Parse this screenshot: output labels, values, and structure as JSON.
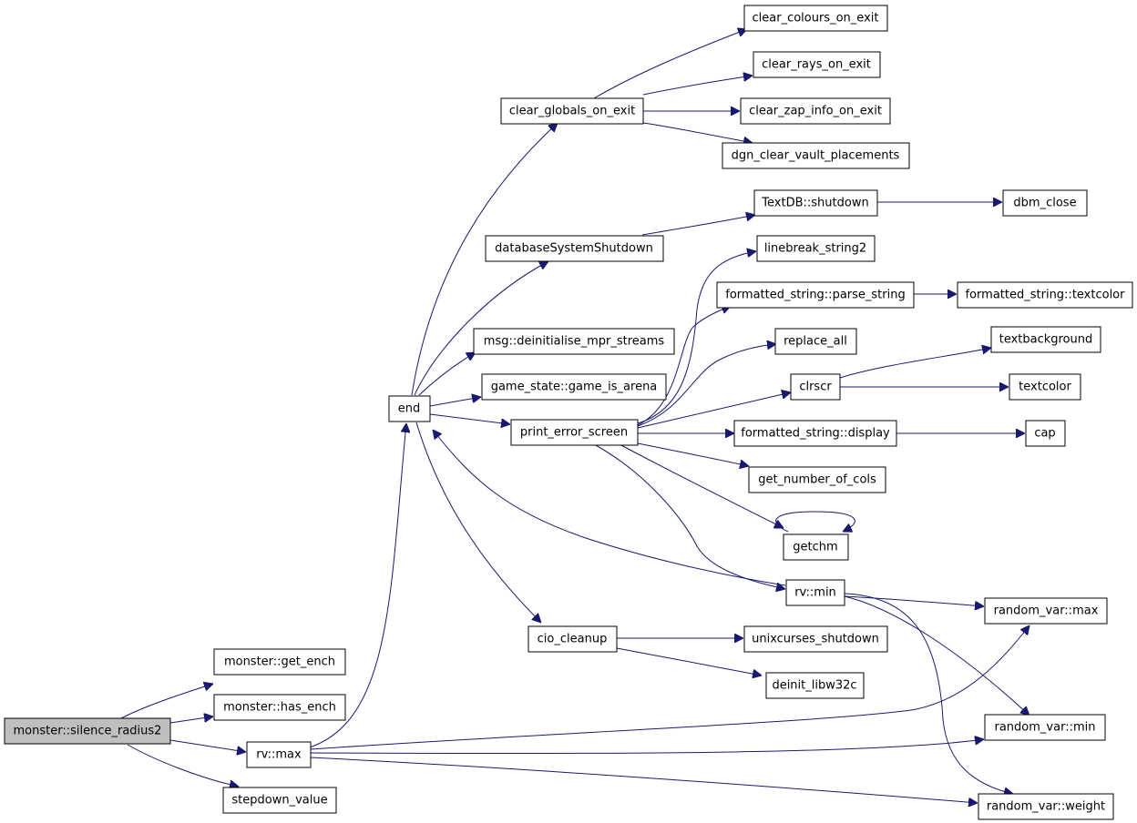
{
  "colors": {
    "edge": "#191970",
    "node_border": "#000000",
    "root_fill": "#bfbfbf",
    "node_fill": "#ffffff"
  },
  "nodes": {
    "silence_radius2": "monster::silence_radius2",
    "get_ench": "monster::get_ench",
    "has_ench": "monster::has_ench",
    "rv_max": "rv::max",
    "stepdown_value": "stepdown_value",
    "end": "end",
    "clear_globals_on_exit": "clear_globals_on_exit",
    "clear_colours_on_exit": "clear_colours_on_exit",
    "clear_rays_on_exit": "clear_rays_on_exit",
    "clear_zap_info_on_exit": "clear_zap_info_on_exit",
    "dgn_clear_vault_placements": "dgn_clear_vault_placements",
    "databaseSystemShutdown": "databaseSystemShutdown",
    "textdb_shutdown": "TextDB::shutdown",
    "dbm_close": "dbm_close",
    "deinitialise_mpr_streams": "msg::deinitialise_mpr_streams",
    "game_is_arena": "game_state::game_is_arena",
    "print_error_screen": "print_error_screen",
    "linebreak_string2": "linebreak_string2",
    "parse_string": "formatted_string::parse_string",
    "fs_textcolor": "formatted_string::textcolor",
    "replace_all": "replace_all",
    "clrscr": "clrscr",
    "textbackground": "textbackground",
    "textcolor": "textcolor",
    "fs_display": "formatted_string::display",
    "cap": "cap",
    "get_number_of_cols": "get_number_of_cols",
    "getchm": "getchm",
    "rv_min": "rv::min",
    "cio_cleanup": "cio_cleanup",
    "unixcurses_shutdown": "unixcurses_shutdown",
    "deinit_libw32c": "deinit_libw32c",
    "random_var_max": "random_var::max",
    "random_var_min": "random_var::min",
    "random_var_weight": "random_var::weight"
  }
}
